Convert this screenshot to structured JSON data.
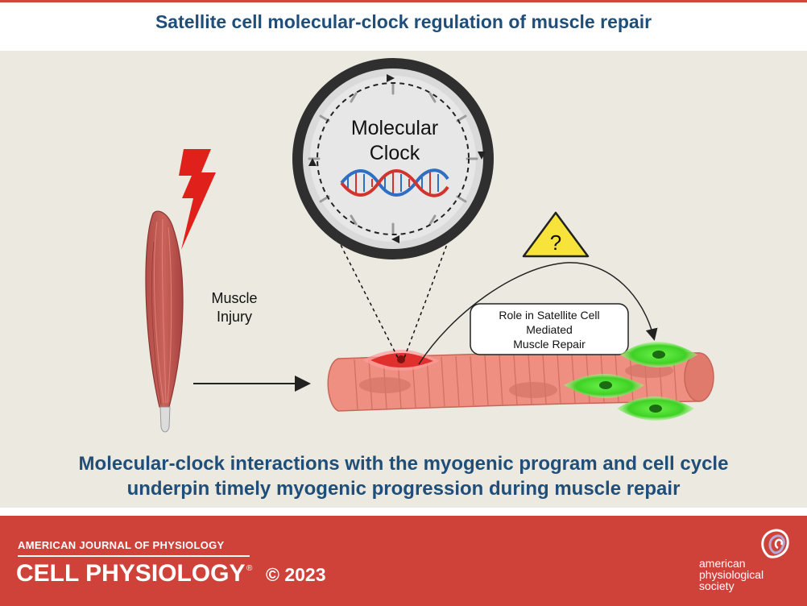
{
  "title": "Satellite cell molecular-clock regulation of muscle repair",
  "clock": {
    "line1": "Molecular",
    "line2": "Clock"
  },
  "injury_label": {
    "line1": "Muscle",
    "line2": "Injury"
  },
  "warning_symbol": "?",
  "role_box": {
    "line1": "Role in Satellite Cell",
    "line2": "Mediated",
    "line3": "Muscle Repair"
  },
  "conclusion": {
    "line1": "Molecular-clock interactions with the myogenic program and cell cycle",
    "line2": "underpin timely myogenic progression during muscle repair"
  },
  "footer": {
    "journal_line": "AMERICAN JOURNAL OF PHYSIOLOGY",
    "journal_name": "CELL PHYSIOLOGY",
    "registered": "®",
    "copyright": "© 2023",
    "society": [
      "american",
      "physiological",
      "society"
    ]
  },
  "colors": {
    "title_blue": "#1f4e79",
    "footer_red": "#cf423a",
    "lightning_red": "#e0201b",
    "cell_green": "#43d62a",
    "fiber_pink": "#e98678",
    "warning_yellow": "#f7e33a"
  },
  "icons": [
    "lightning-icon",
    "warning-icon",
    "dna-icon",
    "clock-icon",
    "muscle-icon",
    "muscle-fiber-icon",
    "satellite-cell-icon"
  ]
}
